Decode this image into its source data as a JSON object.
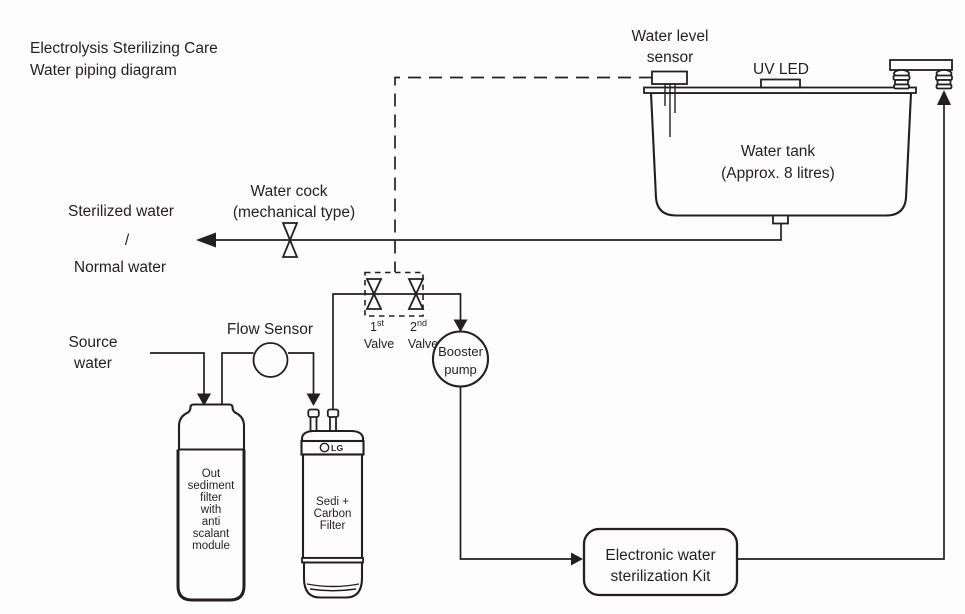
{
  "colors": {
    "ink": "#231f20",
    "paper": "#fdfdfd"
  },
  "title": {
    "line1": "Electrolysis Sterilizing Care",
    "line2": "Water piping diagram"
  },
  "output_label": {
    "line1": "Sterilized water",
    "line2": "/",
    "line3": "Normal water"
  },
  "water_cock": {
    "line1": "Water cock",
    "line2": "(mechanical type)"
  },
  "water_level_sensor": {
    "line1": "Water level",
    "line2": "sensor"
  },
  "uv_led": {
    "label": "UV LED"
  },
  "water_tank": {
    "line1": "Water tank",
    "line2": "(Approx. 8 litres)"
  },
  "valves": {
    "first": {
      "num": "1",
      "sup": "st",
      "label": "Valve"
    },
    "second": {
      "num": "2",
      "sup": "nd",
      "label": "Valve"
    }
  },
  "booster_pump": {
    "line1": "Booster",
    "line2": "pump"
  },
  "flow_sensor": {
    "label": "Flow Sensor"
  },
  "source_water": {
    "line1": "Source",
    "line2": "water"
  },
  "sediment_filter": {
    "lines": [
      "Out",
      "sediment",
      "filter",
      "with",
      "anti",
      "scalant",
      "module"
    ]
  },
  "carbon_filter": {
    "brand": "LG",
    "line1": "Sedi +",
    "line2": "Carbon",
    "line3": "Filter"
  },
  "sterilization_kit": {
    "line1": "Electronic water",
    "line2": "sterilization Kit"
  }
}
